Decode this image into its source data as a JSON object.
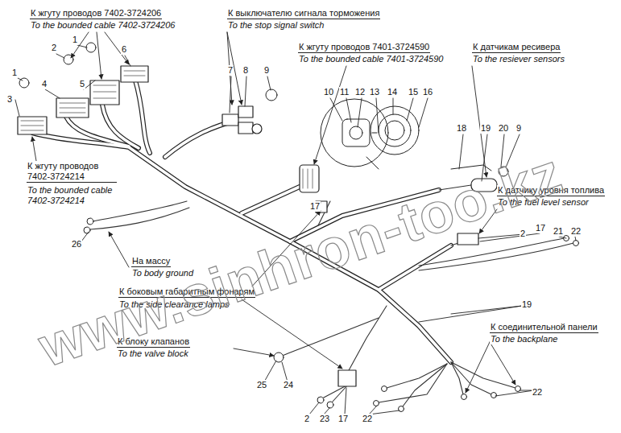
{
  "diagram": {
    "labels": [
      "К жгуту проводов 7402-3724206",
      "To the bounded cable 7402-3724206",
      "К выключателю сигнала торможения",
      "To the stop signal switch",
      "1",
      "6",
      "2",
      "К жгуту проводов 7401-3724590",
      "To the bounded cable 7401-3724590",
      "К датчикам ресивера",
      "To the resiever sensors",
      "7",
      "8",
      "9",
      "1",
      "4",
      "5",
      "10",
      "11",
      "12",
      "13",
      "14",
      "15",
      "16",
      "3",
      "18",
      "19",
      "20",
      "9",
      "К жгуту проводов 7402-3724214",
      "To the bounded cable 7402-3724214",
      "К датчику уровня топлива",
      "To the fuel level sensor",
      "17",
      "17",
      "21",
      "22",
      "2",
      "26",
      "На массу",
      "To body ground",
      "К боковым габаритным фонарям",
      "To the side clearance lamps",
      "19",
      "К соединительной панели",
      "To the backplane",
      "К блоку клапанов",
      "To the valve block",
      "25",
      "24",
      "22",
      "2",
      "23",
      "17",
      "22",
      "www.sinhron-too.kz"
    ]
  }
}
